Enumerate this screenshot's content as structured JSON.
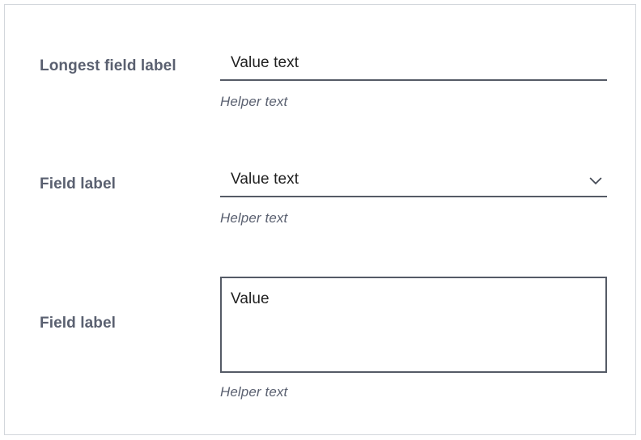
{
  "form": {
    "rows": [
      {
        "id": "text",
        "type": "text-input",
        "label": "Longest field label",
        "value": "Value text",
        "helper": "Helper text"
      },
      {
        "id": "select",
        "type": "select",
        "label": "Field label",
        "value": "Value text",
        "helper": "Helper text",
        "icon": "chevron-down-icon"
      },
      {
        "id": "textarea",
        "type": "textarea",
        "label": "Field label",
        "value": "Value",
        "helper": "Helper text"
      }
    ]
  },
  "colors": {
    "label": "#5a6070",
    "value": "#212121",
    "helper": "#5a6070",
    "underline": "#555b66",
    "card_border": "#d3d7dc",
    "background": "#ffffff"
  }
}
